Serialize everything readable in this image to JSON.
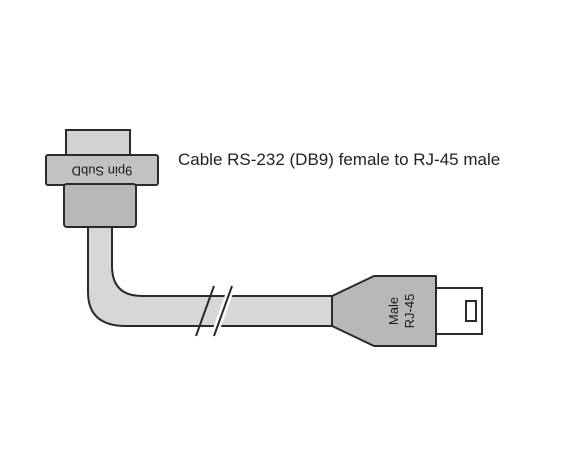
{
  "caption": "Cable RS-232 (DB9) female to RJ-45 male",
  "db9_label": "9pin SubD",
  "rj45_label_line1": "Male",
  "rj45_label_line2": "RJ-45",
  "colors": {
    "connector_fill": "#b8b8b8",
    "cable_fill": "#d7d7d7",
    "outline": "#2a2a2a",
    "background": "#ffffff"
  }
}
